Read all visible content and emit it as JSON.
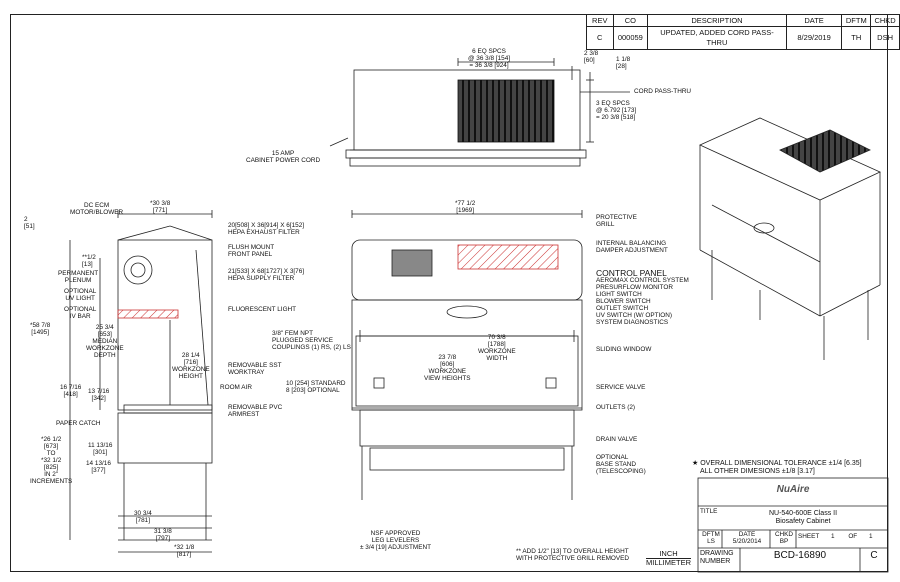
{
  "revision_table": {
    "headers": [
      "REV",
      "CO",
      "DESCRIPTION",
      "DATE",
      "DFTM",
      "CHKD"
    ],
    "row": [
      "C",
      "000059",
      "UPDATED, ADDED CORD PASS-THRU",
      "8/29/2019",
      "TH",
      "DSH"
    ]
  },
  "top_view": {
    "spcs_6": "6 EQ SPCS",
    "spcs_6_dim": "@ 36 3/8 [154]",
    "spcs_6_total": "= 36 3/8 [924]",
    "dim_2_3_8": "2 3/8",
    "dim_2_3_8_mm": "[60]",
    "dim_1_1_8": "1 1/8",
    "dim_1_1_8_mm": "[28]",
    "cord_pass_thru": "CORD PASS-THRU",
    "spcs_3": "3 EQ SPCS",
    "spcs_3_dim": "@ 6.792 [173]",
    "spcs_3_total": "= 20 3/8 [518]",
    "power_cord_1": "15 AMP",
    "power_cord_2": "CABINET POWER CORD"
  },
  "side_view": {
    "dc_ecm_1": "DC ECM",
    "dc_ecm_2": "MOTOR/BLOWER",
    "dim_2": "2",
    "dim_2_mm": "[51]",
    "dim_half": "**1/2",
    "dim_half_mm": "[13]",
    "width_top": "*30 3/8",
    "width_top_mm": "[771]",
    "hepa_exhaust_1": "20[508] X 36[914] X 6[152]",
    "hepa_exhaust_2": "HEPA EXHAUST FILTER",
    "flush_mount_1": "FLUSH MOUNT",
    "flush_mount_2": "FRONT PANEL",
    "hepa_supply_1": "21[533] X 68[1727] X 3[76]",
    "hepa_supply_2": "HEPA SUPPLY FILTER",
    "fluorescent": "FLUORESCENT LIGHT",
    "permanent_1": "PERMANENT",
    "permanent_2": "PLENUM",
    "optional_uv_1": "OPTIONAL",
    "optional_uv_2": "UV LIGHT",
    "optional_iv_1": "OPTIONAL",
    "optional_iv_2": "IV BAR",
    "height_total": "*58 7/8",
    "height_total_mm": "[1495]",
    "depth_1": "25 3/4",
    "depth_1_mm": "[653]",
    "median_1": "MEDIAN",
    "median_2": "WORKZONE",
    "median_3": "DEPTH",
    "wz_height": "28 1/4",
    "wz_height_mm": "[716]",
    "wz_height_label_1": "WORKZONE",
    "wz_height_label_2": "HEIGHT",
    "removable_sst_1": "REMOVABLE SST",
    "removable_sst_2": "WORKTRAY",
    "room_air": "ROOM AIR",
    "dim_16": "16 7/16",
    "dim_16_mm": "[418]",
    "dim_13": "13 7/16",
    "dim_13_mm": "[342]",
    "removable_pvc_1": "REMOVABLE PVC",
    "removable_pvc_2": "ARMREST",
    "paper_catch": "PAPER CATCH",
    "dim_26_1": "*26 1/2",
    "dim_26_2": "[673]",
    "dim_26_3": "TO",
    "dim_26_4": "*32 1/2",
    "dim_26_5": "[825]",
    "dim_26_6": "IN 2\"",
    "dim_26_7": "INCREMENTS",
    "dim_11": "11 13/16",
    "dim_11_mm": "[301]",
    "dim_14": "14 13/16",
    "dim_14_mm": "[377]",
    "dim_30": "30 3/4",
    "dim_30_mm": "[781]",
    "dim_31": "31 3/8",
    "dim_31_mm": "[797]",
    "dim_32": "*32 1/8",
    "dim_32_mm": "[817]"
  },
  "front_view": {
    "width_total": "*77 1/2",
    "width_total_mm": "[1969]",
    "protective_1": "PROTECTIVE",
    "protective_2": "GRILL",
    "balancing_1": "INTERNAL BALANCING",
    "balancing_2": "DAMPER ADJUSTMENT",
    "control_panel": "CONTROL PANEL",
    "control_items": [
      "AEROMAX CONTROL SYSTEM",
      "PRESURFLOW MONITOR",
      "LIGHT SWITCH",
      "BLOWER SWITCH",
      "OUTLET SWITCH",
      "UV SWITCH (W/ OPTION)",
      "SYSTEM DIAGNOSTICS"
    ],
    "fem_npt_1": "3/8\" FEM NPT",
    "fem_npt_2": "PLUGGED SERVICE",
    "fem_npt_3": "COUPLINGS (1) RS, (2) LS",
    "wz_width": "70 3/8",
    "wz_width_mm": "[1788]",
    "wz_width_label_1": "WORKZONE",
    "wz_width_label_2": "WIDTH",
    "view_dim": "23 7/8",
    "view_dim_mm": "[606]",
    "view_label_1": "WORKZONE",
    "view_label_2": "VIEW HEIGHTS",
    "view_std_1": "10 [254] STANDARD",
    "view_std_2": "8 [203] OPTIONAL",
    "sliding_window": "SLIDING WINDOW",
    "service_valve": "SERVICE VALVE",
    "outlets": "OUTLETS (2)",
    "drain_valve": "DRAIN VALVE",
    "base_stand_1": "OPTIONAL",
    "base_stand_2": "BASE STAND",
    "base_stand_3": "(TELESCOPING)",
    "nsf_1": "NSF APPROVED",
    "nsf_2": "LEG LEVELERS",
    "nsf_3": "± 3/4 [19] ADJUSTMENT",
    "grill_note_1": "** ADD 1/2\" [13] TO OVERALL HEIGHT",
    "grill_note_2": "WITH PROTECTIVE GRILL REMOVED",
    "unit_1": "INCH",
    "unit_2": "MILLIMETER"
  },
  "tolerance": {
    "line_1": "★ OVERALL DIMENSIONAL TOLERANCE ±1/4 [6.35]",
    "line_2": "ALL OTHER DIMESIONS ±1/8 [3.17]"
  },
  "title_block": {
    "logo_text": "NuAire",
    "title_label": "TITLE",
    "title_1": "NU-540-600E Class II",
    "title_2": "Biosafety Cabinet",
    "dftm_label": "DFTM",
    "dftm": "LS",
    "date_label": "DATE",
    "date": "5/20/2014",
    "chkd_label": "CHKD",
    "chkd": "BP",
    "sheet_label": "SHEET",
    "sheet": "1",
    "of_label": "OF",
    "of": "1",
    "drawing_label_1": "DRAWING",
    "drawing_label_2": "NUMBER",
    "drawing_number": "BCD-16890",
    "rev": "C"
  }
}
